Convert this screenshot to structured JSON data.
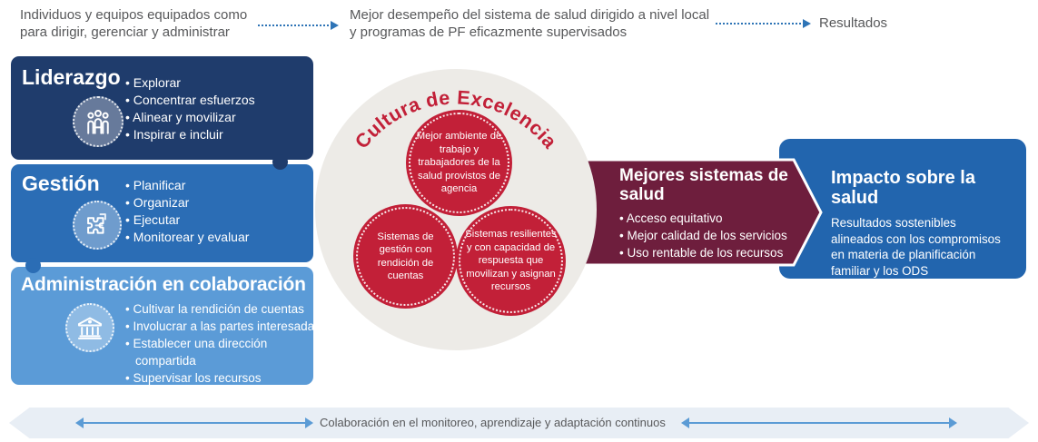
{
  "top_flow": {
    "step1": "Individuos y equipos equipados como para dirigir, gerenciar y administrar",
    "step2": "Mejor desempeño del sistema de salud dirigido a nivel local y programas de PF eficazmente supervisados",
    "step3": "Resultados"
  },
  "pillars": [
    {
      "title": "Liderazgo",
      "icon": "people-icon",
      "color": "#1f3c6c",
      "items": [
        "Explorar",
        "Concentrar esfuerzos",
        "Alinear y movilizar",
        "Inspirar e incluir"
      ]
    },
    {
      "title": "Gestión",
      "icon": "puzzle-icon",
      "color": "#2b6db5",
      "items": [
        "Planificar",
        "Organizar",
        "Ejecutar",
        "Monitorear y evaluar"
      ]
    },
    {
      "title": "Administración en colaboración",
      "icon": "bank-icon",
      "color": "#5b9bd7",
      "items": [
        "Cultivar la rendición de cuentas",
        "Involucrar a las partes interesadas",
        "Establecer una dirección compartida",
        "Supervisar los recursos"
      ]
    }
  ],
  "culture": {
    "title": "Cultura de Excelencia",
    "bubbles": [
      "Mejor ambiente de trabajo y trabajadores de la salud provistos de agencia",
      "Sistemas de gestión con rendición de cuentas",
      "Sistemas resilientes y con capacidad de respuesta que movilizan y asignan recursos"
    ]
  },
  "outcomes": {
    "title": "Mejores sistemas de salud",
    "items": [
      "Acceso equitativo",
      "Mejor calidad de los servicios",
      "Uso rentable de los recursos"
    ]
  },
  "impact": {
    "title": "Impacto sobre la salud",
    "description": "Resultados sostenibles alineados con los compromisos en materia de planificación familiar y los ODS"
  },
  "footer": {
    "label": "Colaboración en el monitoreo, aprendizaje y adaptación continuos"
  },
  "colors": {
    "navy": "#1f3c6c",
    "medium_blue": "#2b6db5",
    "light_blue": "#5b9bd7",
    "crimson": "#c22038",
    "maroon": "#6e1e3d",
    "impact_blue": "#2265ae",
    "circle_gray": "#edebe7",
    "banner_gray_blue": "#e8eef5",
    "arrow_blue": "#5b9bd5",
    "dotted_arrow_blue": "#2e74b6",
    "text_gray": "#57585a"
  }
}
